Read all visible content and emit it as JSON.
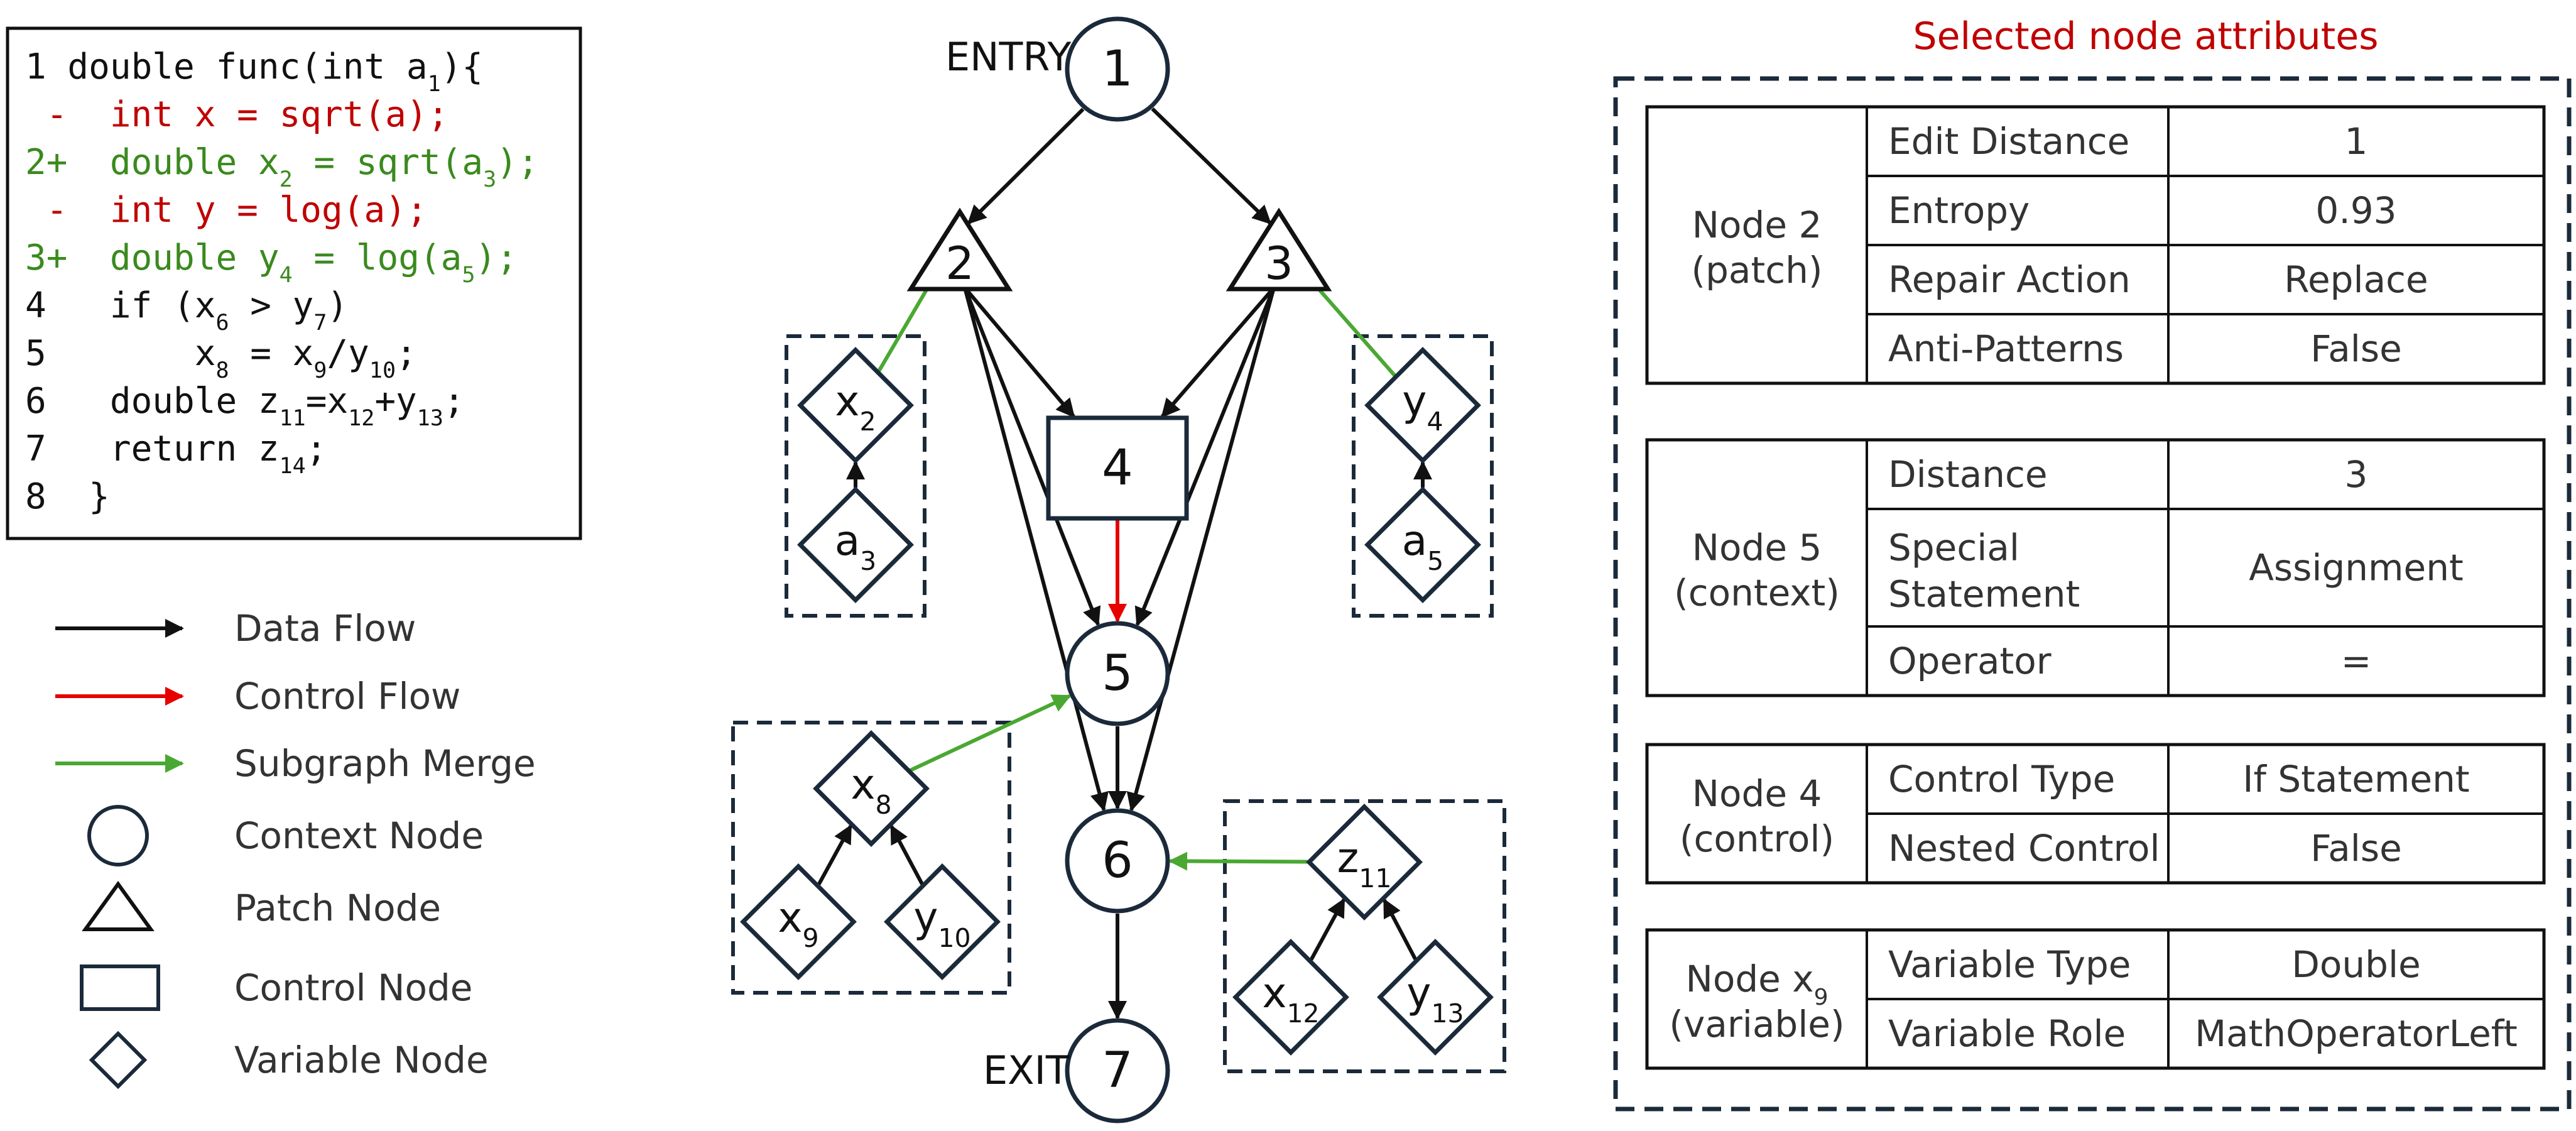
{
  "code": {
    "lines": [
      {
        "prefix": "1",
        "segs": [
          {
            "t": " double func(int a"
          },
          {
            "t": "1",
            "sub": true
          },
          {
            "t": "){"
          }
        ],
        "color": "#111111"
      },
      {
        "prefix": " -",
        "segs": [
          {
            "t": "  int x = sqrt(a);"
          }
        ],
        "color": "#c00000"
      },
      {
        "prefix": "2+",
        "segs": [
          {
            "t": "  double x"
          },
          {
            "t": "2",
            "sub": true
          },
          {
            "t": " = sqrt(a"
          },
          {
            "t": "3",
            "sub": true
          },
          {
            "t": ");"
          }
        ],
        "color": "#3a8a1e"
      },
      {
        "prefix": " -",
        "segs": [
          {
            "t": "  int y = log(a);"
          }
        ],
        "color": "#c00000"
      },
      {
        "prefix": "3+",
        "segs": [
          {
            "t": "  double y"
          },
          {
            "t": "4",
            "sub": true
          },
          {
            "t": " = log(a"
          },
          {
            "t": "5",
            "sub": true
          },
          {
            "t": ");"
          }
        ],
        "color": "#3a8a1e"
      },
      {
        "prefix": "4",
        "segs": [
          {
            "t": "   if (x"
          },
          {
            "t": "6",
            "sub": true
          },
          {
            "t": " > y"
          },
          {
            "t": "7",
            "sub": true
          },
          {
            "t": ")"
          }
        ],
        "color": "#111111"
      },
      {
        "prefix": "5",
        "segs": [
          {
            "t": "       x"
          },
          {
            "t": "8",
            "sub": true
          },
          {
            "t": " = x"
          },
          {
            "t": "9",
            "sub": true
          },
          {
            "t": "/y"
          },
          {
            "t": "10",
            "sub": true
          },
          {
            "t": ";"
          }
        ],
        "color": "#111111"
      },
      {
        "prefix": "6",
        "segs": [
          {
            "t": "   double z"
          },
          {
            "t": "11",
            "sub": true
          },
          {
            "t": "=x"
          },
          {
            "t": "12",
            "sub": true
          },
          {
            "t": "+y"
          },
          {
            "t": "13",
            "sub": true
          },
          {
            "t": ";"
          }
        ],
        "color": "#111111"
      },
      {
        "prefix": "7",
        "segs": [
          {
            "t": "   return z"
          },
          {
            "t": "14",
            "sub": true
          },
          {
            "t": ";"
          }
        ],
        "color": "#111111"
      },
      {
        "prefix": "8",
        "segs": [
          {
            "t": "  }"
          }
        ],
        "color": "#111111"
      }
    ]
  },
  "legend": {
    "items": [
      {
        "kind": "arrow-black",
        "label": "Data Flow"
      },
      {
        "kind": "arrow-red",
        "label": "Control Flow"
      },
      {
        "kind": "arrow-green",
        "label": "Subgraph Merge"
      },
      {
        "kind": "circle",
        "label": "Context Node"
      },
      {
        "kind": "triangle",
        "label": "Patch Node"
      },
      {
        "kind": "rect",
        "label": "Control Node"
      },
      {
        "kind": "diamond",
        "label": "Variable Node"
      }
    ]
  },
  "graph": {
    "entry_label": "ENTRY",
    "exit_label": "EXIT",
    "nodes": [
      {
        "id": "n1",
        "shape": "circle",
        "label": "1"
      },
      {
        "id": "n2",
        "shape": "triangle",
        "label": "2"
      },
      {
        "id": "n3",
        "shape": "triangle",
        "label": "3"
      },
      {
        "id": "n4",
        "shape": "rect",
        "label": "4"
      },
      {
        "id": "n5",
        "shape": "circle",
        "label": "5"
      },
      {
        "id": "n6",
        "shape": "circle",
        "label": "6"
      },
      {
        "id": "n7",
        "shape": "circle",
        "label": "7"
      },
      {
        "id": "vx2",
        "shape": "diamond",
        "label": "x",
        "sub": "2"
      },
      {
        "id": "va3",
        "shape": "diamond",
        "label": "a",
        "sub": "3"
      },
      {
        "id": "vy4",
        "shape": "diamond",
        "label": "y",
        "sub": "4"
      },
      {
        "id": "va5",
        "shape": "diamond",
        "label": "a",
        "sub": "5"
      },
      {
        "id": "vx8",
        "shape": "diamond",
        "label": "x",
        "sub": "8"
      },
      {
        "id": "vx9",
        "shape": "diamond",
        "label": "x",
        "sub": "9"
      },
      {
        "id": "vy10",
        "shape": "diamond",
        "label": "y",
        "sub": "10"
      },
      {
        "id": "vz11",
        "shape": "diamond",
        "label": "z",
        "sub": "11"
      },
      {
        "id": "vx12",
        "shape": "diamond",
        "label": "x",
        "sub": "12"
      },
      {
        "id": "vy13",
        "shape": "diamond",
        "label": "y",
        "sub": "13"
      }
    ],
    "edges": [
      {
        "from": "n1",
        "to": "n2",
        "type": "data"
      },
      {
        "from": "n1",
        "to": "n3",
        "type": "data"
      },
      {
        "from": "n2",
        "to": "n4",
        "type": "data"
      },
      {
        "from": "n3",
        "to": "n4",
        "type": "data"
      },
      {
        "from": "n2",
        "to": "n5",
        "type": "data"
      },
      {
        "from": "n3",
        "to": "n5",
        "type": "data"
      },
      {
        "from": "n2",
        "to": "n6",
        "type": "data"
      },
      {
        "from": "n3",
        "to": "n6",
        "type": "data"
      },
      {
        "from": "n4",
        "to": "n5",
        "type": "control"
      },
      {
        "from": "n5",
        "to": "n6",
        "type": "data"
      },
      {
        "from": "n6",
        "to": "n7",
        "type": "data"
      },
      {
        "from": "va3",
        "to": "vx2",
        "type": "data"
      },
      {
        "from": "va5",
        "to": "vy4",
        "type": "data"
      },
      {
        "from": "vx9",
        "to": "vx8",
        "type": "data"
      },
      {
        "from": "vy10",
        "to": "vx8",
        "type": "data"
      },
      {
        "from": "vx12",
        "to": "vz11",
        "type": "data"
      },
      {
        "from": "vy13",
        "to": "vz11",
        "type": "data"
      },
      {
        "from": "vx2",
        "to": "n2",
        "type": "merge"
      },
      {
        "from": "vy4",
        "to": "n3",
        "type": "merge"
      },
      {
        "from": "vx8",
        "to": "n5",
        "type": "merge"
      },
      {
        "from": "vz11",
        "to": "n6",
        "type": "merge"
      }
    ]
  },
  "attributes": {
    "title": "Selected node attributes",
    "title_color": "#c00000",
    "tables": [
      {
        "node": "Node 2",
        "role": "(patch)",
        "rows": [
          {
            "attr": "Edit Distance",
            "value": "1"
          },
          {
            "attr": "Entropy",
            "value": "0.93"
          },
          {
            "attr": "Repair Action",
            "value": "Replace"
          },
          {
            "attr": "Anti-Patterns",
            "value": "False"
          }
        ]
      },
      {
        "node": "Node 5",
        "role": "(context)",
        "rows": [
          {
            "attr": "Distance",
            "value": "3"
          },
          {
            "attr": "Special Statement",
            "value": "Assignment"
          },
          {
            "attr": "Operator",
            "value": "="
          }
        ]
      },
      {
        "node": "Node 4",
        "role": "(control)",
        "rows": [
          {
            "attr": "Control Type",
            "value": "If Statement"
          },
          {
            "attr": "Nested Control",
            "value": "False"
          }
        ]
      },
      {
        "node": "Node x",
        "node_sub": "9",
        "role": "(variable)",
        "rows": [
          {
            "attr": "Variable Type",
            "value": "Double"
          },
          {
            "attr": "Variable Role",
            "value": "MathOperatorLeft"
          }
        ]
      }
    ]
  },
  "colors": {
    "ink": "#111111",
    "node_stroke": "#1b2a3a",
    "data_flow": "#111111",
    "control_flow": "#e60000",
    "merge": "#4aa832",
    "dashed_box": "#1b2a3a"
  }
}
